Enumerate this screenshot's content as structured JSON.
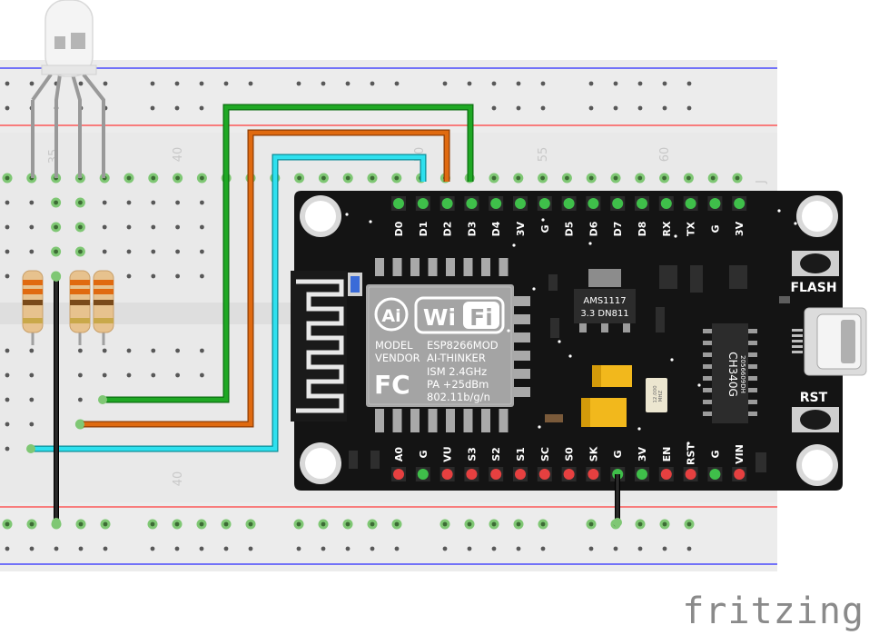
{
  "breadboard": {
    "column_numbers": [
      "35",
      "40",
      "50",
      "55",
      "60",
      "40"
    ],
    "row_letter": "J",
    "colors": {
      "board": "#e9e9e9",
      "hole": "#585858",
      "hole_active": "#7fc774",
      "rail_blue": "#2a2aff",
      "rail_red": "#ff3a3a"
    }
  },
  "board": {
    "top_pins": [
      "D0",
      "D1",
      "D2",
      "D3",
      "D4",
      "3V",
      "G",
      "D5",
      "D6",
      "D7",
      "D8",
      "RX",
      "TX",
      "G",
      "3V"
    ],
    "bottom_pins": [
      "A0",
      "G",
      "VU",
      "S3",
      "S2",
      "S1",
      "SC",
      "S0",
      "SK",
      "G",
      "3V",
      "EN",
      "RST",
      "G",
      "VIN"
    ],
    "bottom_pin_colors": [
      "#e64040",
      "#3fbf4a",
      "#e64040",
      "#e64040",
      "#e64040",
      "#e64040",
      "#e64040",
      "#e64040",
      "#e64040",
      "#3fbf4a",
      "#3fbf4a",
      "#e64040",
      "#e64040",
      "#3fbf4a",
      "#e64040"
    ],
    "flash_label": "FLASH",
    "rst_label": "RST",
    "colors": {
      "pcb": "#141414",
      "pin_top": "#3fbf4a"
    }
  },
  "wifi_module": {
    "badge_left": "Ai",
    "badge_wi": "Wi",
    "badge_fi": "Fi",
    "line1_left": "MODEL",
    "line1_right": "ESP8266MOD",
    "line2_left": "VENDOR",
    "line2_right": "AI-THINKER",
    "fc_logo": "FC",
    "ism": "ISM  2.4GHz",
    "pa": "PA   +25dBm",
    "proto": "802.11b/g/n"
  },
  "regulator": {
    "line1": "AMS1117",
    "line2": "3.3 DN811"
  },
  "usb_chip": {
    "line1": "CH340G",
    "line2": "2056609DH"
  },
  "crystal": {
    "line1": "12.000",
    "line2": "MHZ"
  },
  "wires": {
    "green": "#1fa824",
    "orange": "#e06a10",
    "cyan": "#2ee0ee",
    "black": "#111111"
  },
  "logo": "fritzing"
}
